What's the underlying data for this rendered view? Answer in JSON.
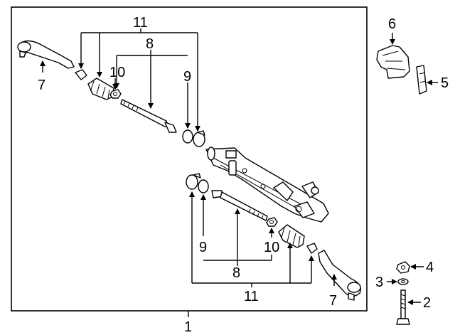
{
  "callouts": {
    "assembly": "1",
    "bolt": "2",
    "washer": "3",
    "nut": "4",
    "bracket": "5",
    "heat_shield": "6",
    "tie_rod_end_left": "7",
    "tie_rod_end_right": "7",
    "inner_tie_rod_top": "8",
    "inner_tie_rod_bottom": "8",
    "spacer_top": "9",
    "spacer_bottom": "9",
    "jam_nut_top": "10",
    "jam_nut_bottom": "10",
    "boot_kit_top": "11",
    "boot_kit_bottom": "11"
  }
}
